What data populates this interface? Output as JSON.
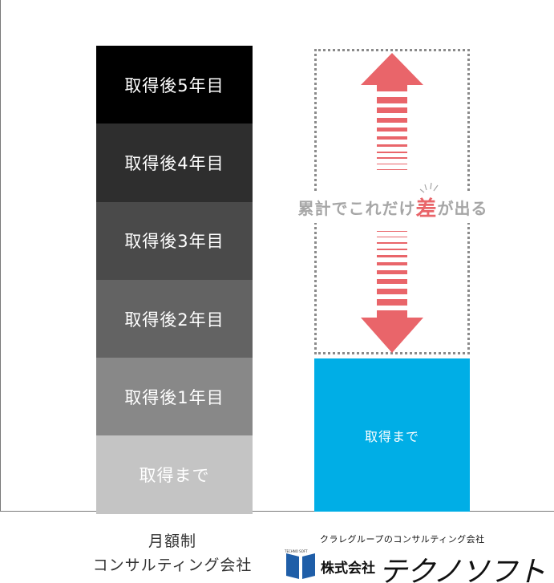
{
  "left_stack": {
    "segments": [
      {
        "label": "取得後5年目",
        "color": "#000000"
      },
      {
        "label": "取得後4年目",
        "color": "#2e2e2e"
      },
      {
        "label": "取得後3年目",
        "color": "#4a4a4a"
      },
      {
        "label": "取得後2年目",
        "color": "#636363"
      },
      {
        "label": "取得後1年目",
        "color": "#888888"
      },
      {
        "label": "取得まで",
        "color": "#c4c4c4"
      }
    ]
  },
  "right_bar": {
    "label": "取得まで",
    "color": "#00aee6"
  },
  "difference": {
    "prefix": "累計でこれだけ",
    "accent": "差",
    "suffix": "が出る",
    "arrow_color": "#e9656a"
  },
  "footer": {
    "line1": "月額制",
    "line2": "コンサルティング会社"
  },
  "logo": {
    "tagline": "クラレグループのコンサルティング会社",
    "small_text": "TECHNO SOFT",
    "company_prefix": "株式会社",
    "company_name": "テクノソフト",
    "mark_color": "#1f5ea8"
  }
}
